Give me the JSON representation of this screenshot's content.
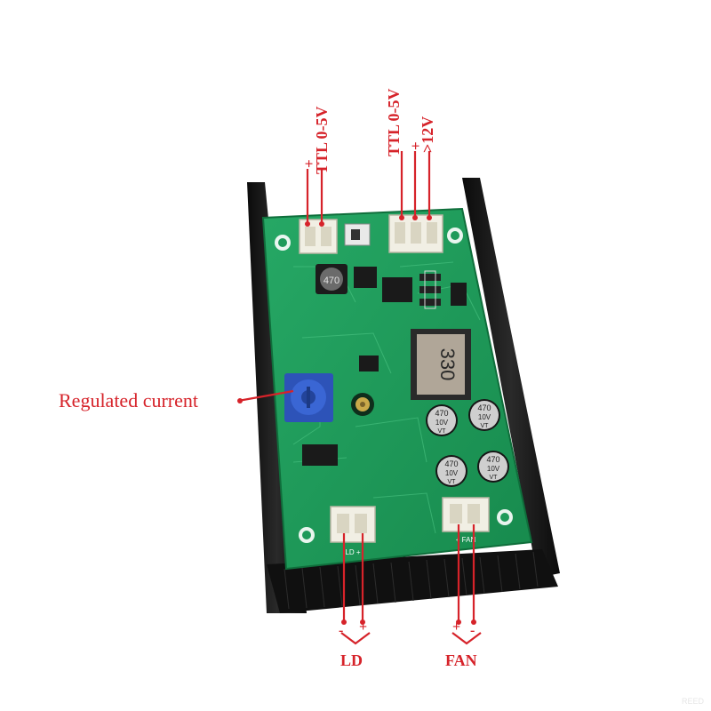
{
  "image": {
    "description_kind": "product photo",
    "colors": {
      "pcb": "#1e9a5a",
      "heatsink": "#141414",
      "callout": "#d6232a",
      "connector": "#f1efe4",
      "trimmer": "#2d53b8"
    }
  },
  "callouts": {
    "ttl_left": {
      "text": "TTL 0-5V",
      "plus": "+",
      "minus": "-"
    },
    "ttl_right": {
      "text": "TTL 0-5V",
      "v12": ">12V",
      "plus": "+",
      "minus": "-"
    },
    "regulated": {
      "text": "Regulated current"
    },
    "ld": {
      "text": "LD",
      "minus": "-",
      "plus": "+"
    },
    "fan": {
      "text": "FAN",
      "plus": "+",
      "minus": "-"
    }
  },
  "components": {
    "inductor_big": "330",
    "inductor_small": "470",
    "cap_label": "470",
    "cap_v": "10V",
    "cap_vt": "VT",
    "silk_ld": "LD +",
    "silk_fan": "+ FAN"
  },
  "watermark": "REED"
}
